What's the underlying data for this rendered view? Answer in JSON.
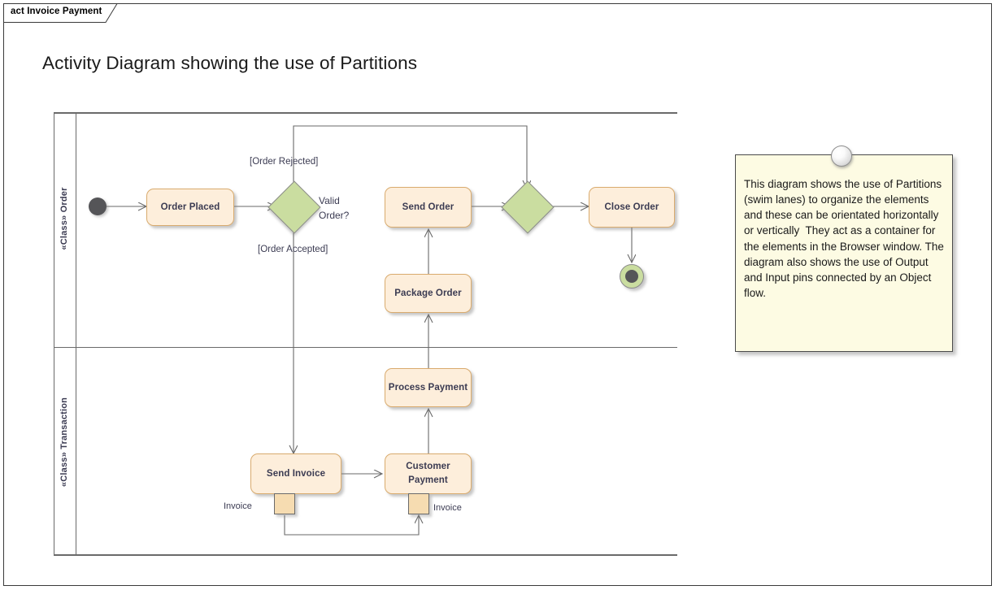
{
  "frame": {
    "tab_label": "act Invoice Payment"
  },
  "diagram": {
    "title": "Activity Diagram showing the use of Partitions"
  },
  "partitions": [
    {
      "id": "order",
      "label": "«Class» Order"
    },
    {
      "id": "transaction",
      "label": "«Class» Transaction"
    }
  ],
  "nodes": {
    "initial": {
      "name": "initial-node"
    },
    "order_placed": {
      "label": "Order Placed"
    },
    "valid_order": {
      "label": "Valid\nOrder?"
    },
    "send_order": {
      "label": "Send Order"
    },
    "package_order": {
      "label": "Package Order"
    },
    "close_order": {
      "label": "Close Order"
    },
    "merge": {
      "name": "merge-node"
    },
    "final": {
      "name": "activity-final-node"
    },
    "process_payment": {
      "label": "Process Payment"
    },
    "send_invoice": {
      "label": "Send Invoice"
    },
    "customer_payment": {
      "label": "Customer\nPayment"
    }
  },
  "pins": {
    "output_invoice": {
      "label": "Invoice"
    },
    "input_invoice": {
      "label": "Invoice"
    }
  },
  "guards": {
    "rejected": "[Order Rejected]",
    "accepted": "[Order Accepted]"
  },
  "note": {
    "text": "This diagram shows the use of Partitions (swim lanes) to organize the elements and these can be orientated horizontally or vertically  They act as a container for the elements in the Browser window. The diagram also shows the use of Output and Input pins connected by an Object flow."
  },
  "colors": {
    "action_fill": "#fdeedb",
    "action_border": "#d9ab6e",
    "decision_fill": "#cadda0",
    "pin_fill": "#f6dcb1",
    "note_fill": "#fdfbe3",
    "text": "#3b3b52",
    "line": "#6a6a6a"
  }
}
